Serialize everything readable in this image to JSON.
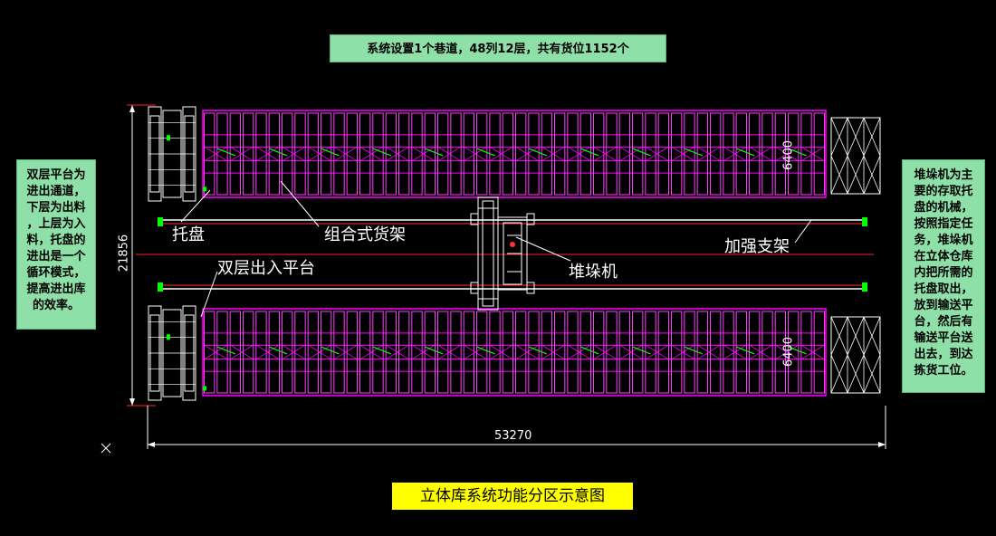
{
  "top_caption": "系统设置1个巷道，48列12层，共有货位1152个",
  "left_note": [
    "双层平台为",
    "进出通道，",
    "下层为出料",
    "，上层为入",
    "料，托盘的",
    "进出是一个",
    "循环模式，",
    "提高进出库",
    "的效率。"
  ],
  "right_note": [
    "堆垛机为主",
    "要的存取托",
    "盘的机械，",
    "按照指定任",
    "务，堆垛机",
    "在立体仓库",
    "内把所需的",
    "托盘取出，",
    "放到输送平",
    "台，然后有",
    "输送平台送",
    "出去，到达",
    "拣货工位。"
  ],
  "labels": {
    "pallet": "托盘",
    "rack": "组合式货架",
    "brace": "加强支架",
    "platform": "双层出入平台",
    "stacker": "堆垛机"
  },
  "dimensions": {
    "total_length": "53270",
    "total_height": "21856",
    "rack_depth_top": "6400",
    "rack_depth_bottom": "6400"
  },
  "bottom_title": "立体库系统功能分区示意图",
  "colors": {
    "rack": "#ff00ff",
    "rack_inner": "#ff3cff",
    "truss": "#ffffff",
    "rail": "#ff4444",
    "accent": "#00ff00",
    "callout": "#8fe0a8",
    "title_bg": "#ffff00"
  },
  "layout_params": {
    "columns_per_rack": 48
  }
}
